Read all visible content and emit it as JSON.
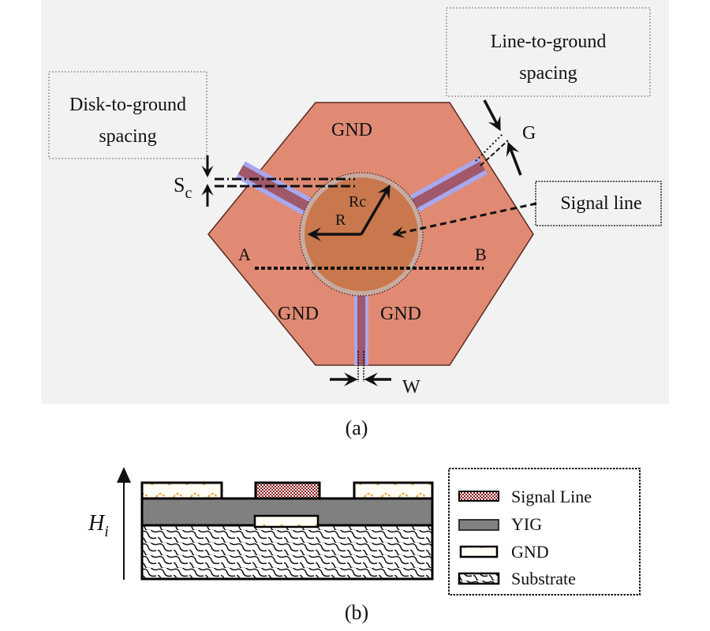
{
  "panel_a": {
    "caption": "(a)",
    "colors": {
      "panel_bg": "#f2f2f2",
      "ground": "#e08a74",
      "ground_edge": "#5a2a20",
      "disk": "#c8784c",
      "disk_ring": "#c9aaa0",
      "signal_line": "#a0586a",
      "gap": "#a8a8f0"
    },
    "regions": {
      "gnd_top": "GND",
      "gnd_bottom_left": "GND",
      "gnd_bottom_right": "GND"
    },
    "dimensions": {
      "disk_radius": "R",
      "center_radius": "Rc",
      "disk_gap_symbol": "S",
      "disk_gap_subscript": "c",
      "line_gap": "G",
      "line_width": "W",
      "cut_start": "A",
      "cut_end": "B"
    },
    "callouts": {
      "disk_to_ground": [
        "Disk-to-ground",
        "spacing"
      ],
      "line_to_ground": [
        "Line-to-ground",
        "spacing"
      ],
      "signal_line": "Signal line"
    }
  },
  "panel_b": {
    "caption": "(b)",
    "field_label": "H",
    "field_subscript": "i",
    "colors": {
      "yig": "#808080",
      "gnd_wave": "#e8a030",
      "signal": "#8b1a1a"
    },
    "legend": [
      {
        "key": "signal",
        "label": "Signal Line"
      },
      {
        "key": "yig",
        "label": "YIG"
      },
      {
        "key": "gnd",
        "label": "GND"
      },
      {
        "key": "substrate",
        "label": "Substrate"
      }
    ]
  }
}
